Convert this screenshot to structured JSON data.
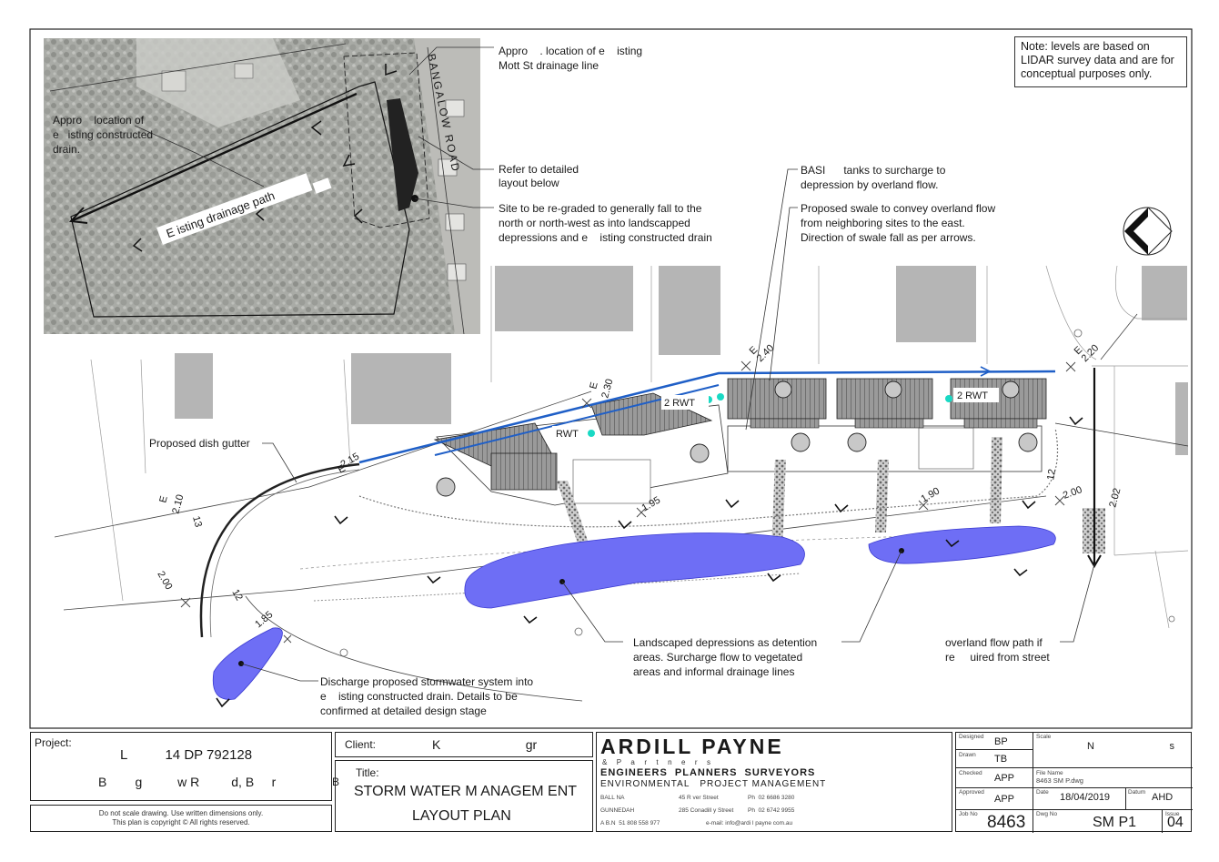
{
  "note": "Note: levels are based on LIDAR survey data and are for conceptual purposes only.",
  "inset": {
    "road_label": "BANGALOW ROAD",
    "drain_label": "Appro    location of\ne   isting constructed\ndrain.",
    "path_label": "E    isting drainage path",
    "mott_label": "Appro    . location of e    isting\nMott St drainage line",
    "refer_label": "Refer to detailed\nlayout below",
    "regrade_label": "Site to be re-graded to generally fall to the\nnorth or north-west as into landscapped\ndepressions and e    isting constructed drain"
  },
  "plan": {
    "basix_label": "BASI      tanks to surcharge to\ndepression by overland flow.",
    "swale_label": "Proposed swale to convey overland flow\nfrom neighboring sites to the east.\nDirection of swale fall as per arrows.",
    "dish_label": "Proposed dish gutter",
    "discharge_label": "Discharge proposed stormwater system into\ne    isting constructed drain. Details to be\nconfirmed at detailed design stage",
    "landscape_label": "Landscaped depressions as detention\nareas. Surcharge flow to vegetated\nareas and informal drainage lines",
    "overland_label": "overland flow path if\nre     uired from street",
    "rwt_labels": [
      "RWT",
      "2   RWT",
      "2   RWT"
    ],
    "levels": [
      "E",
      "2.10",
      "E",
      "2.15",
      "E",
      "2.30",
      "E",
      "2.40",
      "E",
      "2.20",
      "2.02",
      "2.00",
      "1.95",
      "1.90",
      "2.00",
      "1.85",
      "12",
      "12",
      "13"
    ]
  },
  "title_block": {
    "project_label": "Project:",
    "project_line1": "L          14 DP 792128",
    "project_line2": "B        g          w R         d, B     r",
    "disclaimer": "Do not scale drawing. Use written dimensions only.\nThis plan is copyright © All rights reserved.",
    "client_label": "Client:",
    "client_value": "K                        gr",
    "title_label": "Title:",
    "title_line1": "STORM WATER M ANAGEM ENT",
    "title_line2": "LAYOUT PLAN",
    "title_prefix": "B",
    "firm_name": "ARDILL PAYNE",
    "firm_partners": "&  P  a  r  t  n  e  r  s",
    "firm_line1": "ENGINEERS  PLANNERS  SURVEYORS",
    "firm_line2": "ENVIRONMENTAL   PROJECT MANAGEMENT",
    "office1": "BALL NA",
    "office1_addr": "45 R ver Street",
    "office1_ph": "Ph  02 6686 3280",
    "office2": "GUNNEDAH",
    "office2_addr": "285 Conadill y Street",
    "office2_ph": "Ph  02 6742 9955",
    "abn": "A B.N  51 808 558 977",
    "email": "e-mail: info@ardi l payne com.au",
    "designed_label": "Designed",
    "designed": "BP",
    "drawn_label": "Drawn",
    "drawn": "TB",
    "checked_label": "Checked",
    "checked": "APP",
    "approved_label": "Approved",
    "approved": "APP",
    "scale_label": "Scale",
    "scale": "N                           s                    e",
    "filename_label": "File Name",
    "filename": "8463 SM P.dwg",
    "date_label": "Date",
    "date": "18/04/2019",
    "datum_label": "Datum",
    "datum": "AHD",
    "jobno_label": "Job No",
    "jobno": "8463",
    "dwgno_label": "Dwg No",
    "dwgno": "SM P1",
    "issue_label": "Issue",
    "issue": "04"
  },
  "colors": {
    "pipe": "#1f5fc7",
    "basin": "#6e6ef5",
    "rwt_dot": "#19d9c4",
    "sail": "#1d4ed8",
    "sail_light": "#38bdf8"
  }
}
